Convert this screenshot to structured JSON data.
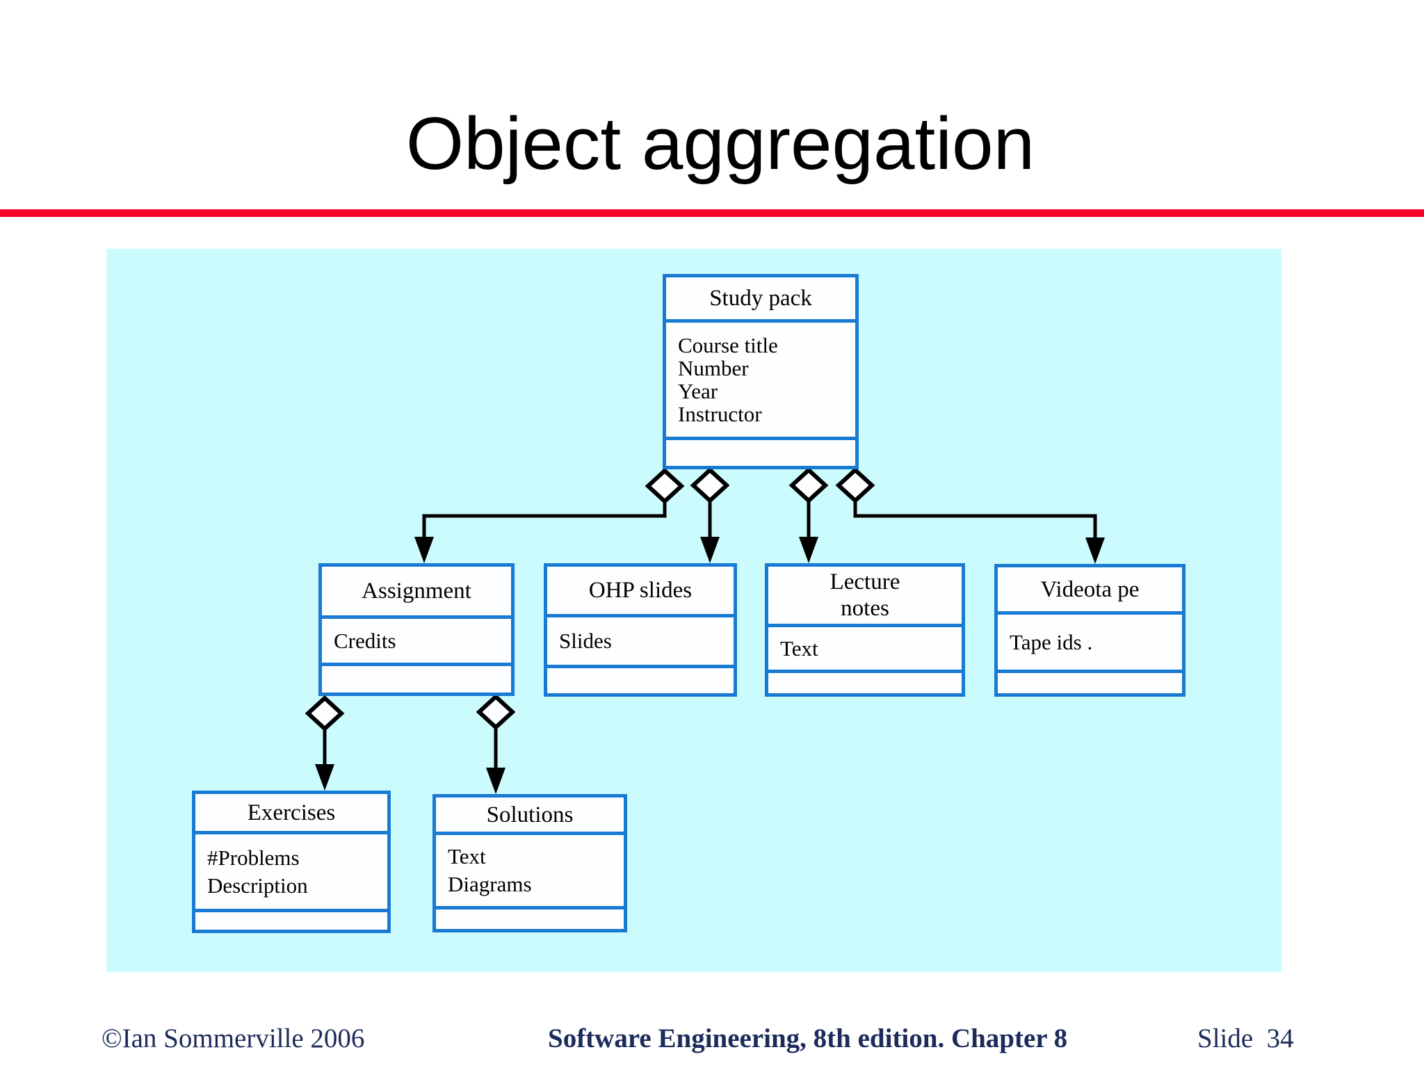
{
  "slide": {
    "title": "Object aggregation",
    "footer": {
      "left": "©Ian Sommerville 2006",
      "center": "Software Engineering, 8th edition. Chapter 8",
      "right": "Slide  34"
    },
    "colors": {
      "accent_red": "#F50029",
      "box_border_blue": "#187AD2",
      "panel_cyan": "#CCFBFE",
      "footer_navy": "#1C2B5B",
      "box_fill": "#FDFEFF",
      "connector_black": "#000000"
    }
  },
  "diagram": {
    "type": "uml-class-aggregation",
    "classes": [
      {
        "name": "Study pack",
        "attributes": [
          "Course title",
          "Number",
          "Year",
          "Instructor"
        ]
      },
      {
        "name": "Assignment",
        "attributes": [
          "Credits"
        ]
      },
      {
        "name": "OHP slides",
        "attributes": [
          "Slides"
        ]
      },
      {
        "name": "Lecture notes",
        "attributes": [
          "Text"
        ]
      },
      {
        "name": "Videota pe",
        "attributes": [
          "Tape ids ."
        ]
      },
      {
        "name": "Exercises",
        "attributes": [
          "#Problems",
          "Description"
        ]
      },
      {
        "name": "Solutions",
        "attributes": [
          "Text",
          "Diagrams"
        ]
      }
    ],
    "relationships": [
      {
        "type": "aggregation",
        "from": "Study pack",
        "to": "Assignment"
      },
      {
        "type": "aggregation",
        "from": "Study pack",
        "to": "OHP slides"
      },
      {
        "type": "aggregation",
        "from": "Study pack",
        "to": "Lecture notes"
      },
      {
        "type": "aggregation",
        "from": "Study pack",
        "to": "Videota pe"
      },
      {
        "type": "aggregation",
        "from": "Assignment",
        "to": "Exercises"
      },
      {
        "type": "aggregation",
        "from": "Assignment",
        "to": "Solutions"
      }
    ]
  }
}
